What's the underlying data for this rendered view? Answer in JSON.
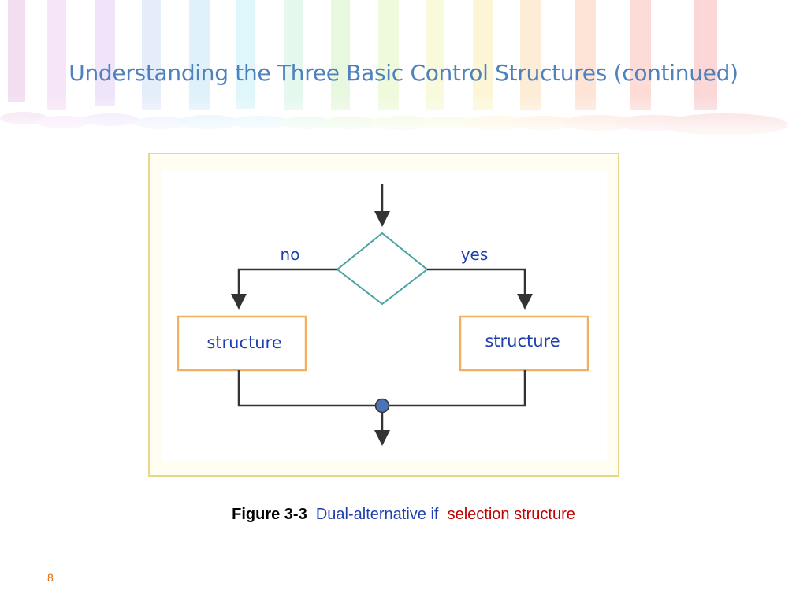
{
  "slide": {
    "title": "Understanding the Three Basic Control Structures (continued)",
    "page_number": "8"
  },
  "diagram": {
    "branch_no_label": "no",
    "branch_yes_label": "yes",
    "left_box_label": "structure",
    "right_box_label": "structure",
    "colors": {
      "frame_border": "#e6d88a",
      "frame_fill": "#fffef0",
      "decision_stroke": "#4aa3a0",
      "box_stroke": "#f0b060",
      "line": "#333333",
      "label_text": "#1f3fb0",
      "connector_fill": "#4a74b5"
    }
  },
  "caption": {
    "figure_label": "Figure 3-3",
    "description": "Dual-alternative if",
    "highlight": "selection structure"
  },
  "colors": {
    "title": "#4f81bd",
    "page_number": "#e36c09",
    "caption_blue": "#1f3fb0",
    "caption_red": "#c00000"
  }
}
